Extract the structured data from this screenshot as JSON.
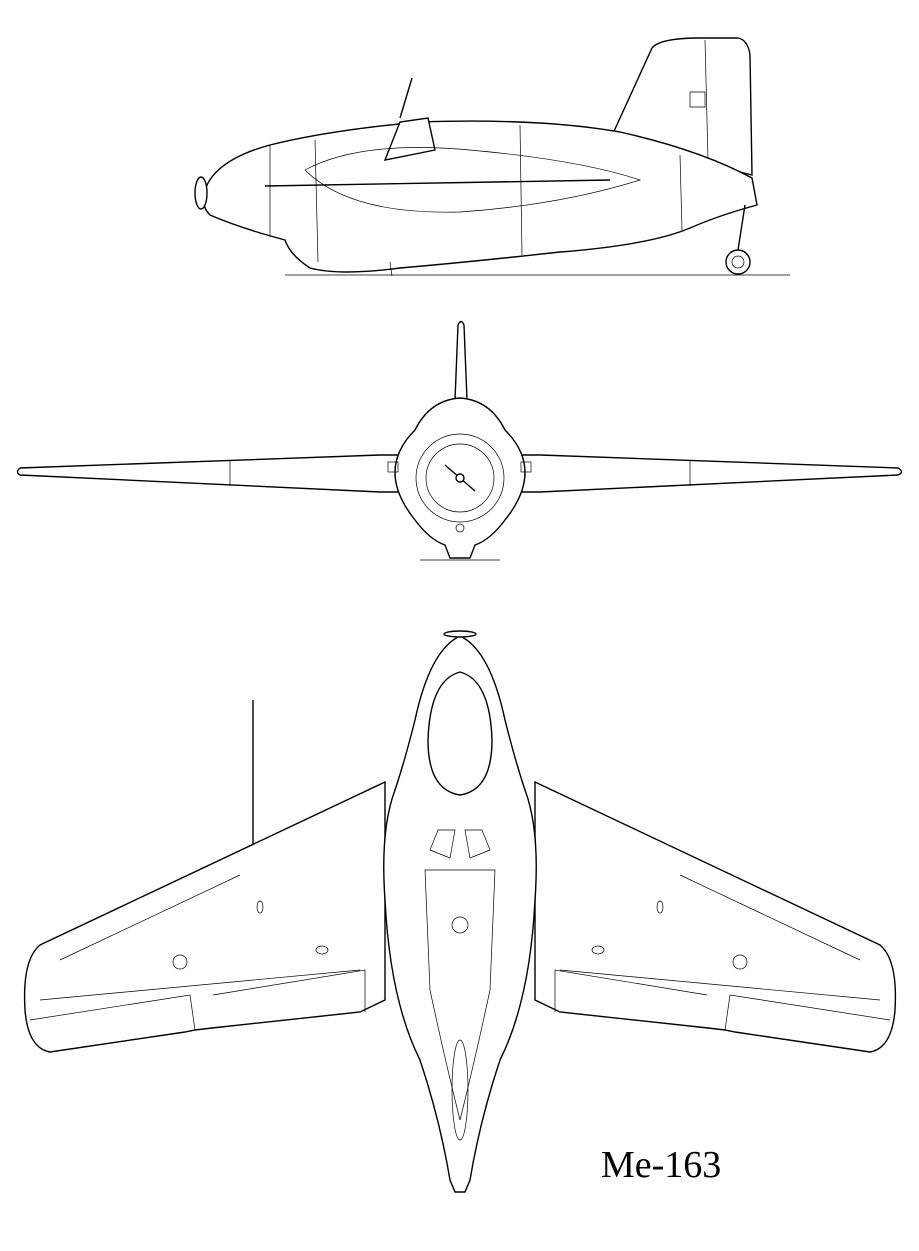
{
  "drawing": {
    "label": "Me-163",
    "views": [
      "side-view",
      "front-view",
      "top-view"
    ],
    "line_color": "#000000",
    "background": "#ffffff"
  }
}
